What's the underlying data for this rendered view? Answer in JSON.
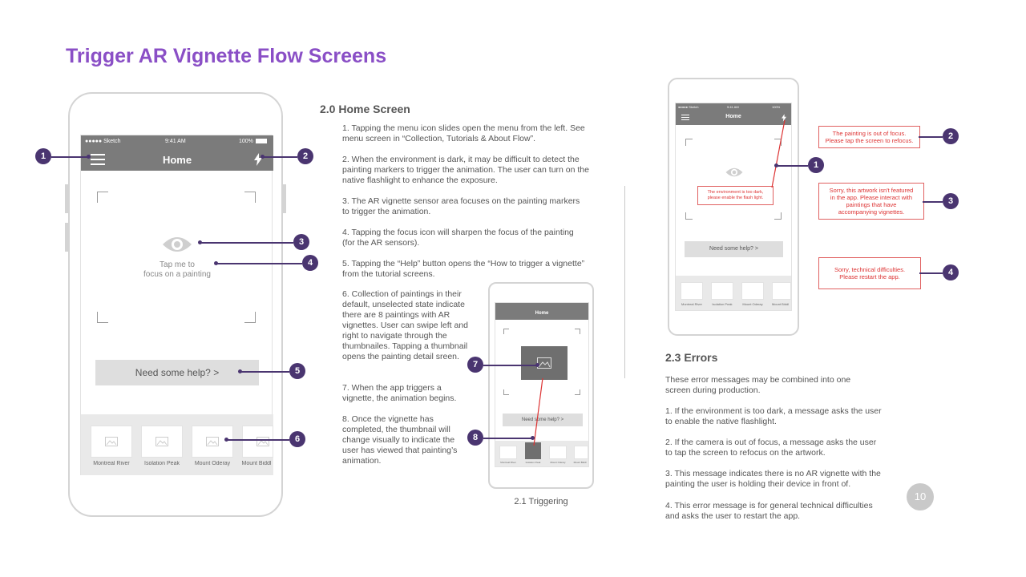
{
  "page": {
    "title": "Trigger AR Vignette Flow Screens",
    "page_number": "10"
  },
  "main_phone": {
    "status_carrier": "●●●●● Sketch",
    "status_time": "9:41 AM",
    "status_battery": "100%",
    "nav_title": "Home",
    "focus_text_line1": "Tap me to",
    "focus_text_line2": "focus on a painting",
    "help_button": "Need some help?  >",
    "thumbnails": [
      "Montreal River",
      "Isolation Peak",
      "Mount Oderay",
      "Mount Biddl"
    ],
    "icons": [
      "menu-icon",
      "flash-icon",
      "eye-icon",
      "image-icon"
    ]
  },
  "callouts": [
    "1",
    "2",
    "3",
    "4",
    "5",
    "6",
    "7",
    "8"
  ],
  "home_section": {
    "title": "2.0 Home Screen",
    "items": [
      "1. Tapping the menu icon slides open the menu from the left. See menu screen in “Collection, Tutorials & About Flow”.",
      "2. When the environment is dark, it may be difficult to detect the painting markers to trigger the animation. The user can turn on the native flashlight to enhance the exposure.",
      "3. The AR vignette sensor area focuses on the painting markers to trigger the animation.",
      "4. Tapping the focus icon will sharpen the focus of the painting (for the AR sensors).",
      "5. Tapping the “Help” button opens the “How to trigger a vignette” from the tutorial screens.",
      "6. Collection of paintings in their default, unselected state indicate there are 8 paintings with AR vignettes. User can swipe left and right to navigate through the thumbnailes. Tapping a thumbnail opens the painting detail sreen.",
      "7. When the app triggers a vignette, the animation begins.",
      "8. Once the vignette has completed, the thumbnail will change visually to indicate the user has viewed that painting’s animation."
    ]
  },
  "trigger_phone": {
    "nav_title": "Home",
    "help_button": "Need some help?  >",
    "thumbnails": [
      "Montreal River",
      "Isolation Peak",
      "Mount Oderay",
      "Mount Biddl"
    ],
    "caption": "2.1 Triggering"
  },
  "error_phone": {
    "status_carrier": "●●●●● Sketch",
    "status_time": "9:41 AM",
    "status_battery": "100%",
    "nav_title": "Home",
    "help_button": "Need some help?  >",
    "thumbnails": [
      "Montreal River",
      "Isolation Peak",
      "Mount Oderay",
      "Mount Biddl"
    ],
    "dark_msg_line1": "The environment is too dark,",
    "dark_msg_line2": "please enable the flash light."
  },
  "error_boxes": {
    "focus_line1": "The painting is out of focus.",
    "focus_line2": "Please tap the screen to refocus.",
    "noar_line1": "Sorry, this artwork isn't featured",
    "noar_line2": "in the app. Please interact with",
    "noar_line3": "paintings that have",
    "noar_line4": "accompanying vignettes.",
    "tech_line1": "Sorry, technical difficulties.",
    "tech_line2": "Please restart the app."
  },
  "errors_section": {
    "title": "2.3 Errors",
    "intro": "These error messages may be combined into one screen during production.",
    "items": [
      "1. If the environment is too dark, a message asks the user to enable the native flashlight.",
      "2. If the camera is out of focus, a message asks the user to tap the screen to refocus on the artwork.",
      "3. This message indicates there is no AR vignette with the painting the user is holding their device in front of.",
      "4. This error message is for general technical difficulties and asks the user to restart the app."
    ]
  },
  "colors": {
    "title_purple": "#8a4fc6",
    "callout_purple": "#4a3570",
    "error_red": "#d33333",
    "header_gray": "#7b7b7b"
  }
}
